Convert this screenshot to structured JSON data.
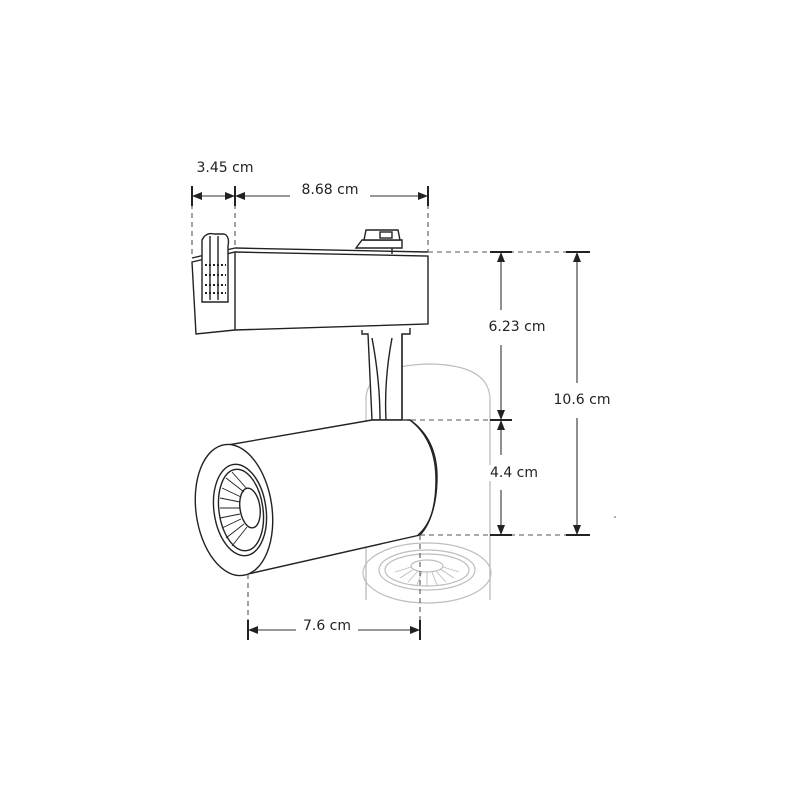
{
  "diagram": {
    "subject": "Track spotlight with dimensions",
    "colors": {
      "line": "#222222",
      "ghost_line": "#b8b8b8",
      "dim_line": "#555555",
      "background": "#ffffff"
    },
    "dimensions": {
      "adapter_width": "3.45 cm",
      "body_length": "8.68 cm",
      "housing_to_head_top": "6.23 cm",
      "total_height": "10.6 cm",
      "head_diameter": "4.4 cm",
      "head_length": "7.6 cm"
    }
  }
}
